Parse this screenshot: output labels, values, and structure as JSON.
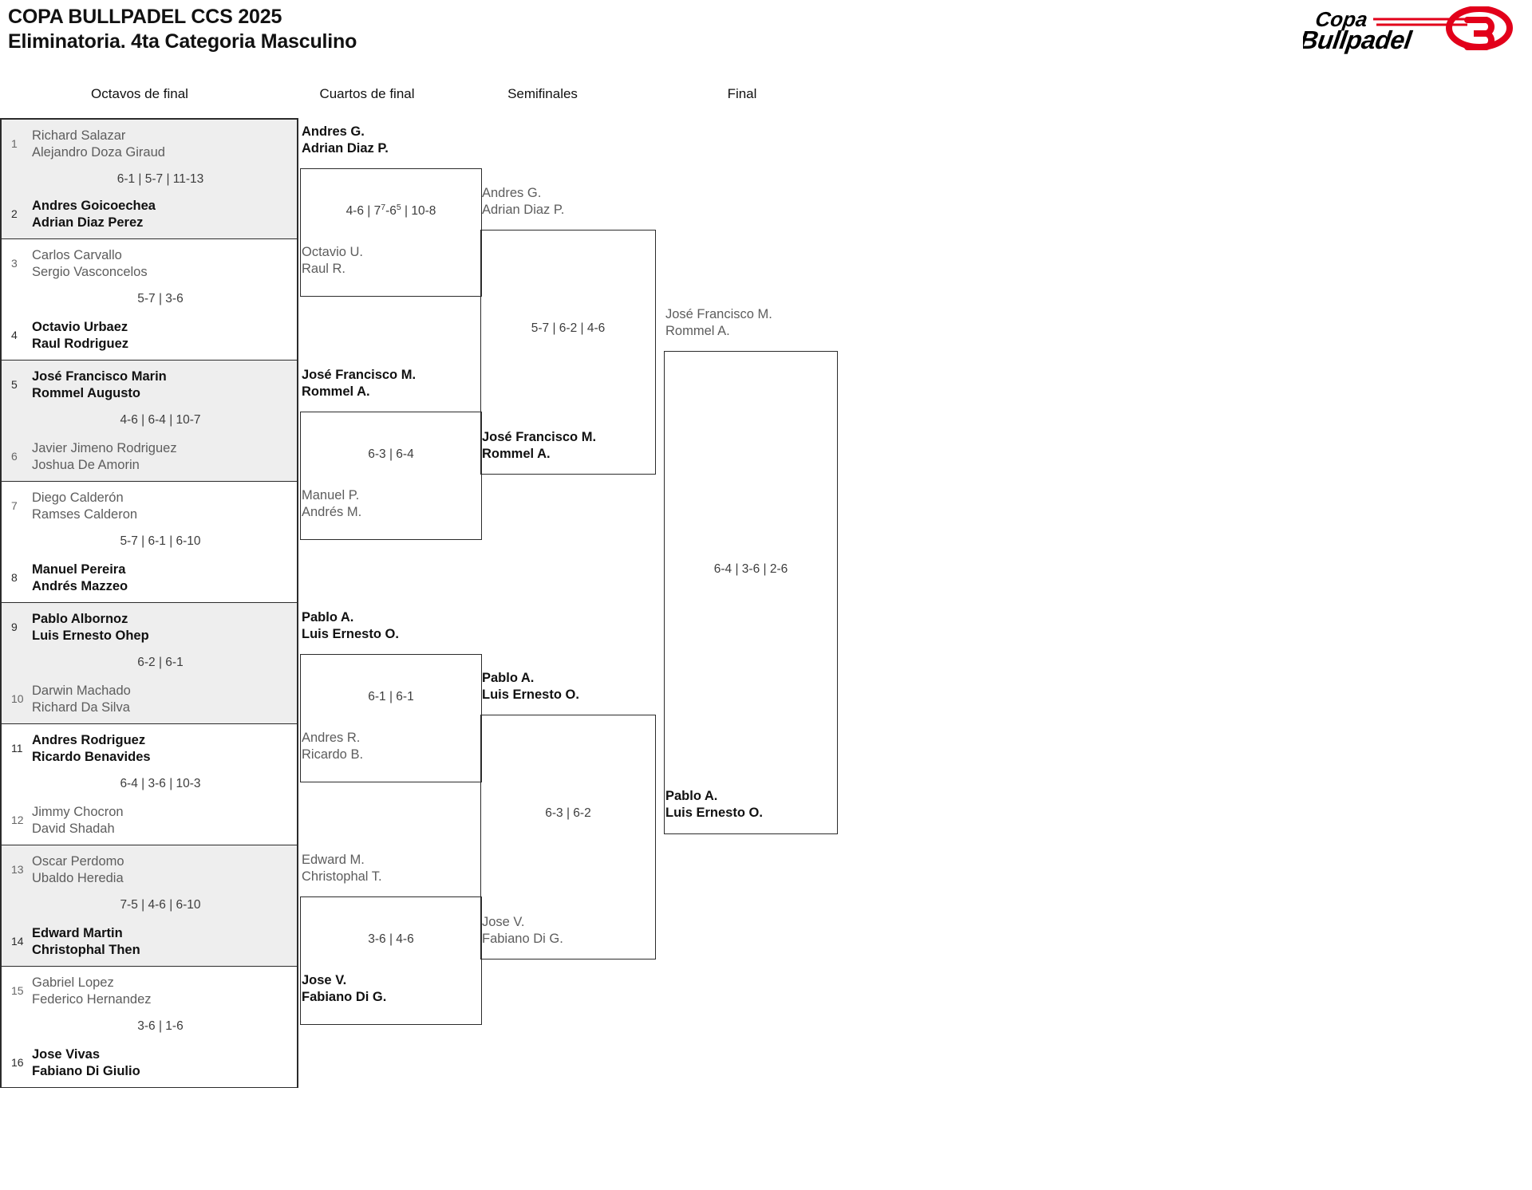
{
  "header": {
    "title_line1": "COPA BULLPADEL CCS 2025",
    "title_line2": "Eliminatoria. 4ta Categoria Masculino",
    "logo_word_top": "Copa",
    "logo_word_bottom": "Bullpadel",
    "logo_accent_color": "#e2001a",
    "logo_text_color": "#000000"
  },
  "rounds": [
    {
      "label": "Octavos de final"
    },
    {
      "label": "Cuartos de final"
    },
    {
      "label": "Semifinales"
    },
    {
      "label": "Final"
    }
  ],
  "round1": [
    {
      "shaded": true,
      "score": "6-1 | 5-7 | 11-13",
      "top": {
        "seed": "1",
        "p1": "Richard Salazar",
        "p2": "Alejandro Doza Giraud",
        "result": "loser"
      },
      "bottom": {
        "seed": "2",
        "p1": "Andres Goicoechea",
        "p2": "Adrian Diaz Perez",
        "result": "winner"
      }
    },
    {
      "shaded": false,
      "score": "5-7 | 3-6",
      "top": {
        "seed": "3",
        "p1": "Carlos Carvallo",
        "p2": "Sergio Vasconcelos",
        "result": "loser"
      },
      "bottom": {
        "seed": "4",
        "p1": "Octavio Urbaez",
        "p2": "Raul Rodriguez",
        "result": "winner"
      }
    },
    {
      "shaded": true,
      "score": "4-6 | 6-4 | 10-7",
      "top": {
        "seed": "5",
        "p1": "José Francisco Marin",
        "p2": "Rommel Augusto",
        "result": "winner"
      },
      "bottom": {
        "seed": "6",
        "p1": "Javier Jimeno Rodriguez",
        "p2": "Joshua De Amorin",
        "result": "loser"
      }
    },
    {
      "shaded": false,
      "score": "5-7 | 6-1 | 6-10",
      "top": {
        "seed": "7",
        "p1": "Diego Calderón",
        "p2": "Ramses Calderon",
        "result": "loser"
      },
      "bottom": {
        "seed": "8",
        "p1": "Manuel Pereira",
        "p2": "Andrés Mazzeo",
        "result": "winner"
      }
    },
    {
      "shaded": true,
      "score": "6-2 | 6-1",
      "top": {
        "seed": "9",
        "p1": "Pablo Albornoz",
        "p2": "Luis Ernesto Ohep",
        "result": "winner"
      },
      "bottom": {
        "seed": "10",
        "p1": "Darwin Machado",
        "p2": "Richard Da Silva",
        "result": "loser"
      }
    },
    {
      "shaded": false,
      "score": "6-4 | 3-6 | 10-3",
      "top": {
        "seed": "11",
        "p1": "Andres Rodriguez",
        "p2": "Ricardo Benavides",
        "result": "winner"
      },
      "bottom": {
        "seed": "12",
        "p1": "Jimmy Chocron",
        "p2": "David Shadah",
        "result": "loser"
      }
    },
    {
      "shaded": true,
      "score": "7-5 | 4-6 | 6-10",
      "top": {
        "seed": "13",
        "p1": "Oscar Perdomo",
        "p2": "Ubaldo Heredia",
        "result": "loser"
      },
      "bottom": {
        "seed": "14",
        "p1": "Edward Martin",
        "p2": "Christophal Then",
        "result": "winner"
      }
    },
    {
      "shaded": false,
      "score": "3-6 | 1-6",
      "top": {
        "seed": "15",
        "p1": "Gabriel Lopez",
        "p2": "Federico Hernandez",
        "result": "loser"
      },
      "bottom": {
        "seed": "16",
        "p1": "Jose Vivas",
        "p2": "Fabiano Di Giulio",
        "result": "winner"
      }
    }
  ],
  "round2": [
    {
      "score_html": "4-6 | 7<sup>7</sup>-6<sup>5</sup> | 10-8",
      "top": {
        "p1": "Andres G.",
        "p2": "Adrian Diaz P.",
        "result": "winner"
      },
      "bottom": {
        "p1": "Octavio U.",
        "p2": "Raul R.",
        "result": "loser"
      }
    },
    {
      "score_html": "6-3 | 6-4",
      "top": {
        "p1": "José Francisco M.",
        "p2": "Rommel A.",
        "result": "winner"
      },
      "bottom": {
        "p1": "Manuel P.",
        "p2": "Andrés M.",
        "result": "loser"
      }
    },
    {
      "score_html": "6-1 | 6-1",
      "top": {
        "p1": "Pablo A.",
        "p2": "Luis Ernesto O.",
        "result": "winner"
      },
      "bottom": {
        "p1": "Andres R.",
        "p2": "Ricardo B.",
        "result": "loser"
      }
    },
    {
      "score_html": "3-6 | 4-6",
      "top": {
        "p1": "Edward M.",
        "p2": "Christophal T.",
        "result": "loser"
      },
      "bottom": {
        "p1": "Jose V.",
        "p2": "Fabiano Di G.",
        "result": "winner"
      }
    }
  ],
  "round3": [
    {
      "score_html": "5-7 | 6-2 | 4-6",
      "top": {
        "p1": "Andres G.",
        "p2": "Adrian Diaz P.",
        "result": "loser"
      },
      "bottom": {
        "p1": "José Francisco M.",
        "p2": "Rommel A.",
        "result": "winner"
      }
    },
    {
      "score_html": "6-3 | 6-2",
      "top": {
        "p1": "Pablo A.",
        "p2": "Luis Ernesto O.",
        "result": "winner"
      },
      "bottom": {
        "p1": "Jose V.",
        "p2": "Fabiano Di G.",
        "result": "loser"
      }
    }
  ],
  "round4": [
    {
      "score_html": "6-4 | 3-6 | 2-6",
      "top": {
        "p1": "José Francisco M.",
        "p2": "Rommel A.",
        "result": "loser"
      },
      "bottom": {
        "p1": "Pablo A.",
        "p2": "Luis Ernesto O.",
        "result": "winner"
      }
    }
  ]
}
